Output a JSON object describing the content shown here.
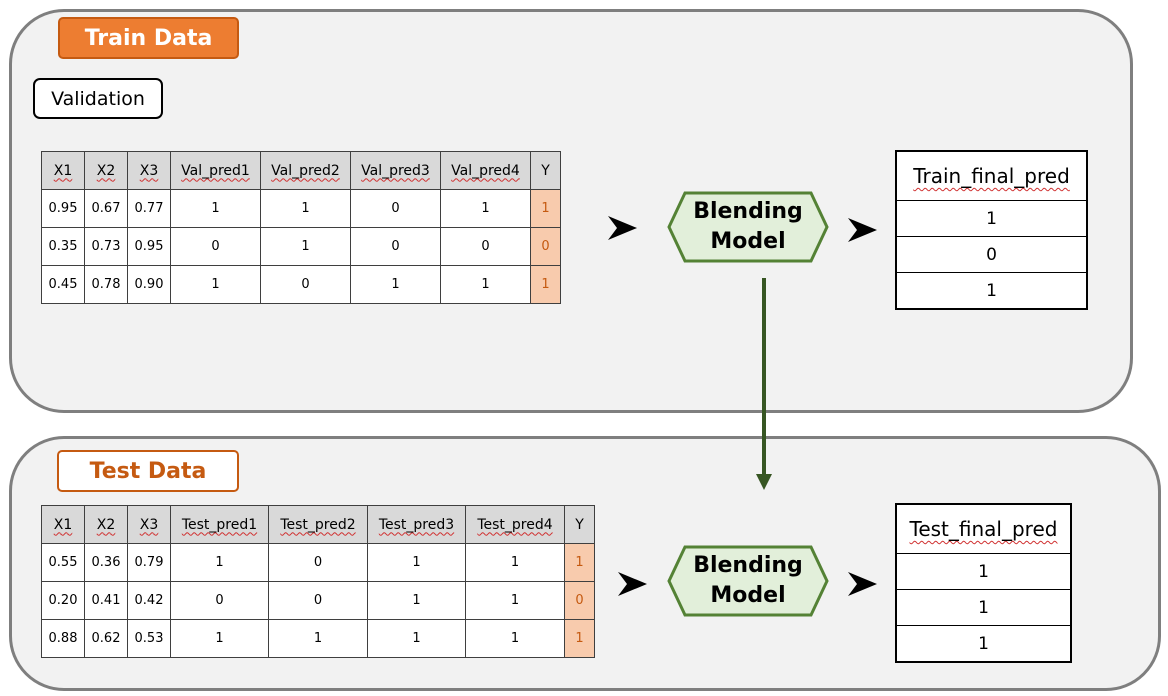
{
  "train_section": {
    "tag": "Train Data",
    "validation_tag": "Validation",
    "table": {
      "headers": [
        "X1",
        "X2",
        "X3",
        "Val_pred1",
        "Val_pred2",
        "Val_pred3",
        "Val_pred4",
        "Y"
      ],
      "rows": [
        [
          "0.95",
          "0.67",
          "0.77",
          "1",
          "1",
          "0",
          "1",
          "1"
        ],
        [
          "0.35",
          "0.73",
          "0.95",
          "0",
          "1",
          "0",
          "0",
          "0"
        ],
        [
          "0.45",
          "0.78",
          "0.90",
          "1",
          "0",
          "1",
          "1",
          "1"
        ]
      ]
    },
    "model": {
      "line1": "Blending",
      "line2": "Model"
    },
    "final": {
      "header": "Train_final_pred",
      "values": [
        "1",
        "0",
        "1"
      ]
    }
  },
  "test_section": {
    "tag": "Test Data",
    "table": {
      "headers": [
        "X1",
        "X2",
        "X3",
        "Test_pred1",
        "Test_pred2",
        "Test_pred3",
        "Test_pred4",
        "Y"
      ],
      "rows": [
        [
          "0.55",
          "0.36",
          "0.79",
          "1",
          "0",
          "1",
          "1",
          "1"
        ],
        [
          "0.20",
          "0.41",
          "0.42",
          "0",
          "0",
          "1",
          "1",
          "0"
        ],
        [
          "0.88",
          "0.62",
          "0.53",
          "1",
          "1",
          "1",
          "1",
          "1"
        ]
      ]
    },
    "model": {
      "line1": "Blending",
      "line2": "Model"
    },
    "final": {
      "header": "Test_final_pred",
      "values": [
        "1",
        "1",
        "1"
      ]
    }
  },
  "colors": {
    "panel_bg": "#f2f2f2",
    "panel_border": "#7f7f7f",
    "accent_orange": "#ed7d31",
    "dark_orange": "#c55a11",
    "y_cell": "#f8cbad",
    "model_fill": "#e2efda",
    "model_border": "#548235",
    "connector": "#375623"
  }
}
